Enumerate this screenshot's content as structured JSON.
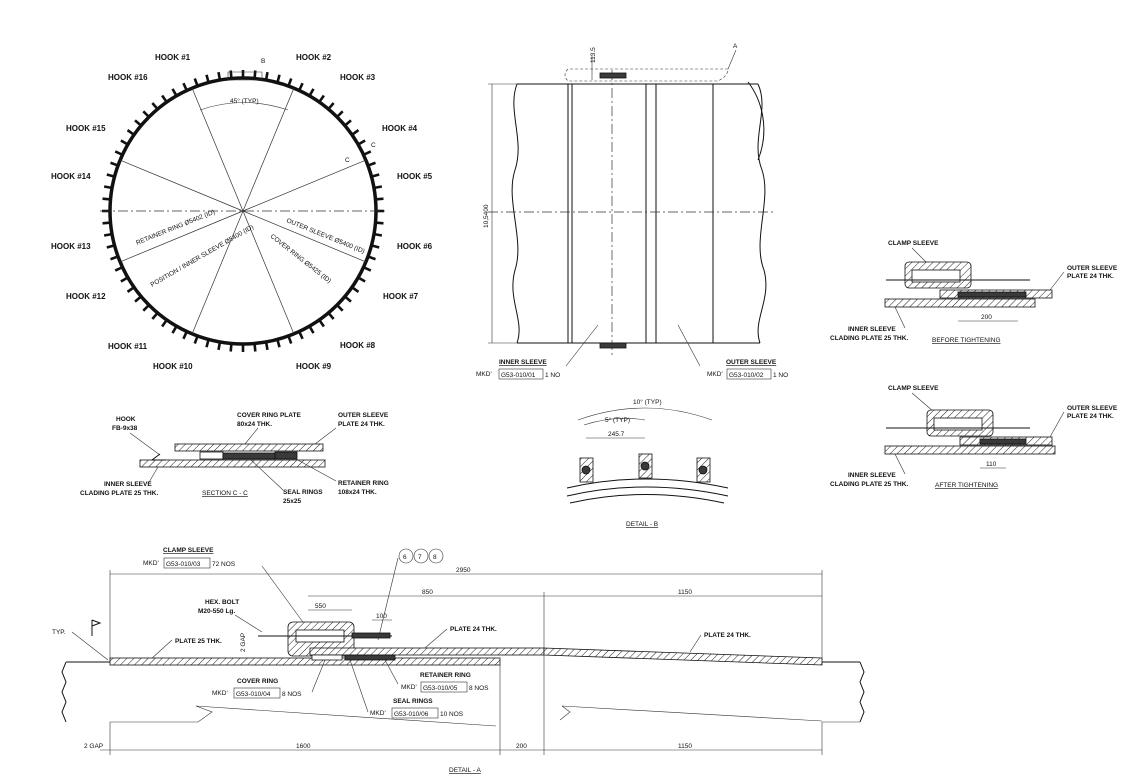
{
  "ring": {
    "hooks": [
      "HOOK #1",
      "HOOK #2",
      "HOOK #3",
      "HOOK #4",
      "HOOK #5",
      "HOOK #6",
      "HOOK #7",
      "HOOK #8",
      "HOOK #9",
      "HOOK #10",
      "HOOK #11",
      "HOOK #12",
      "HOOK #13",
      "HOOK #14",
      "HOOK #15",
      "HOOK #16"
    ],
    "angle": "45° (TYP)",
    "detail_b_tag": "B",
    "section_c_tag": "C",
    "section_c_tag2": "C",
    "radial_labels": [
      "RETAINER RING Ø5402 (ID)",
      "POSITION / INNER SLEEVE Ø5400 (ID)",
      "OUTER SLEEVE Ø5400 (ID)",
      "COVER RING Ø5425 (ID)"
    ]
  },
  "elevation": {
    "height": "10,5400",
    "top_dim": "113.5",
    "detail_a_tag": "A",
    "inner": {
      "title": "INNER SLEEVE",
      "prefix": "MKD'",
      "mark": "G53-010/01",
      "qty": "1 NO"
    },
    "outer": {
      "title": "OUTER SLEEVE",
      "prefix": "MKD'",
      "mark": "G53-010/02",
      "qty": "1 NO"
    }
  },
  "clamp_before": {
    "clamp": "CLAMP SLEEVE",
    "outer1": "OUTER SLEEVE",
    "outer2": "PLATE 24 THK.",
    "inner1": "INNER SLEEVE",
    "inner2": "CLADING PLATE 25 THK.",
    "dim": "200",
    "caption": "BEFORE TIGHTENING"
  },
  "clamp_after": {
    "clamp": "CLAMP SLEEVE",
    "outer1": "OUTER SLEEVE",
    "outer2": "PLATE 24 THK.",
    "inner1": "INNER SLEEVE",
    "inner2": "CLADING PLATE 25 THK.",
    "dim": "110",
    "caption": "AFTER TIGHTENING"
  },
  "section_c": {
    "hook1": "HOOK",
    "hook2": "FB-9x38",
    "cover1": "COVER RING PLATE",
    "cover2": "80x24 THK.",
    "outer1": "OUTER SLEEVE",
    "outer2": "PLATE 24 THK.",
    "inner1": "INNER SLEEVE",
    "inner2": "CLADING PLATE 25 THK.",
    "caption": "SECTION C - C",
    "seal1": "SEAL RINGS",
    "seal2": "25x25",
    "ret1": "RETAINER RING",
    "ret2": "108x24 THK."
  },
  "detail_b": {
    "d1": "10° (TYP)",
    "d2": "5° (TYP)",
    "d3": "245.7",
    "caption": "DETAIL - B"
  },
  "detail_a": {
    "clamp_title": "CLAMP SLEEVE",
    "clamp_prefix": "MKD'",
    "clamp_mark": "G53-010/03",
    "clamp_qty": "72 NOS",
    "bubbles": [
      "6",
      "7",
      "8"
    ],
    "overall": "2950",
    "bolt1": "HEX. BOLT",
    "bolt2": "M20-550 Lg.",
    "d550": "550",
    "d850": "850",
    "d1150": "1150",
    "d100": "100",
    "plate25": "PLATE 25 THK.",
    "plate24a": "PLATE 24 THK.",
    "plate24b": "PLATE 24 THK.",
    "gap_v": "2 GAP",
    "typ": "TYP.",
    "ret_title": "RETAINER RING",
    "ret_prefix": "MKD'",
    "ret_mark": "G53-010/05",
    "ret_qty": "8 NOS",
    "cov_title": "COVER RING",
    "cov_prefix": "MKD'",
    "cov_mark": "G53-010/04",
    "cov_qty": "8 NOS",
    "seal_title": "SEAL RINGS",
    "seal_prefix": "MKD'",
    "seal_mark": "G53-010/06",
    "seal_qty": "10 NOS",
    "b_gap": "2 GAP",
    "b1600": "1600",
    "b200": "200",
    "b1150": "1150",
    "caption": "DETAIL - A"
  }
}
